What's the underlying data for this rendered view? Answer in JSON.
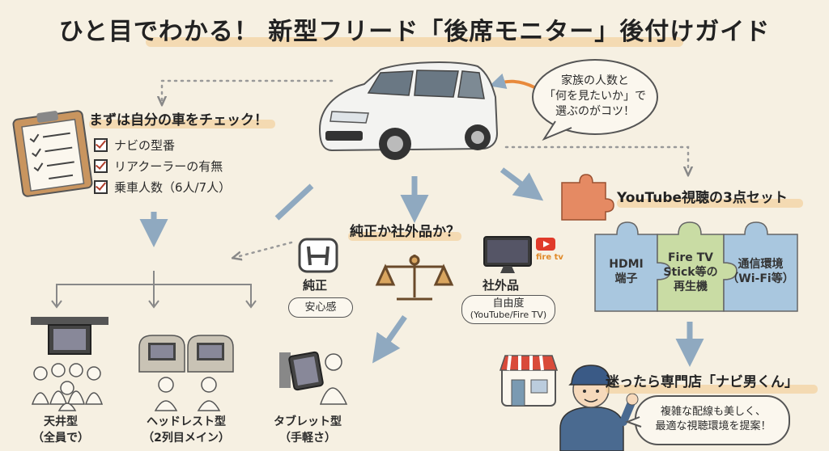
{
  "title": "ひと目でわかる！ 新型フリード「後席モニター」後付けガイド",
  "bubble_top": {
    "lines": [
      "家族の人数と",
      "「何を見たいか」で",
      "選ぶのがコツ！"
    ]
  },
  "check_section": {
    "heading": "まずは自分の車をチェック！",
    "items": [
      "ナビの型番",
      "リアクーラーの有無",
      "乗車人数（6人/7人）"
    ]
  },
  "choice_section": {
    "heading": "純正か社外品か？",
    "genuine": {
      "label": "純正",
      "badge": "安心感"
    },
    "aftermarket": {
      "label": "社外品",
      "badge_lines": [
        "自由度",
        "(YouTube/Fire TV)"
      ],
      "logo_text": "fire tv"
    }
  },
  "types": [
    {
      "line1": "天井型",
      "line2": "（全員で）"
    },
    {
      "line1": "ヘッドレスト型",
      "line2": "（2列目メイン）"
    },
    {
      "line1": "タブレット型",
      "line2": "（手軽さ）"
    }
  ],
  "youtube_section": {
    "heading": "YouTube視聴の3点セット",
    "pieces": [
      {
        "lines": [
          "HDMI",
          "端子"
        ],
        "color": "#a9c7df"
      },
      {
        "lines": [
          "Fire TV",
          "Stick等の",
          "再生機"
        ],
        "color": "#c9dca4"
      },
      {
        "lines": [
          "通信環境",
          "（Wi-Fi等）"
        ],
        "color": "#a9c7df"
      }
    ],
    "icon_color": "#e58a63"
  },
  "shop_section": {
    "heading": "迷ったら専門店「ナビ男くん」",
    "bubble_lines": [
      "複雑な配線も美しく、",
      "最適な視聴環境を提案！"
    ]
  },
  "colors": {
    "arrow": "#8fa9c0",
    "highlight": "#f2c98a",
    "accent_orange": "#e88a3c"
  }
}
